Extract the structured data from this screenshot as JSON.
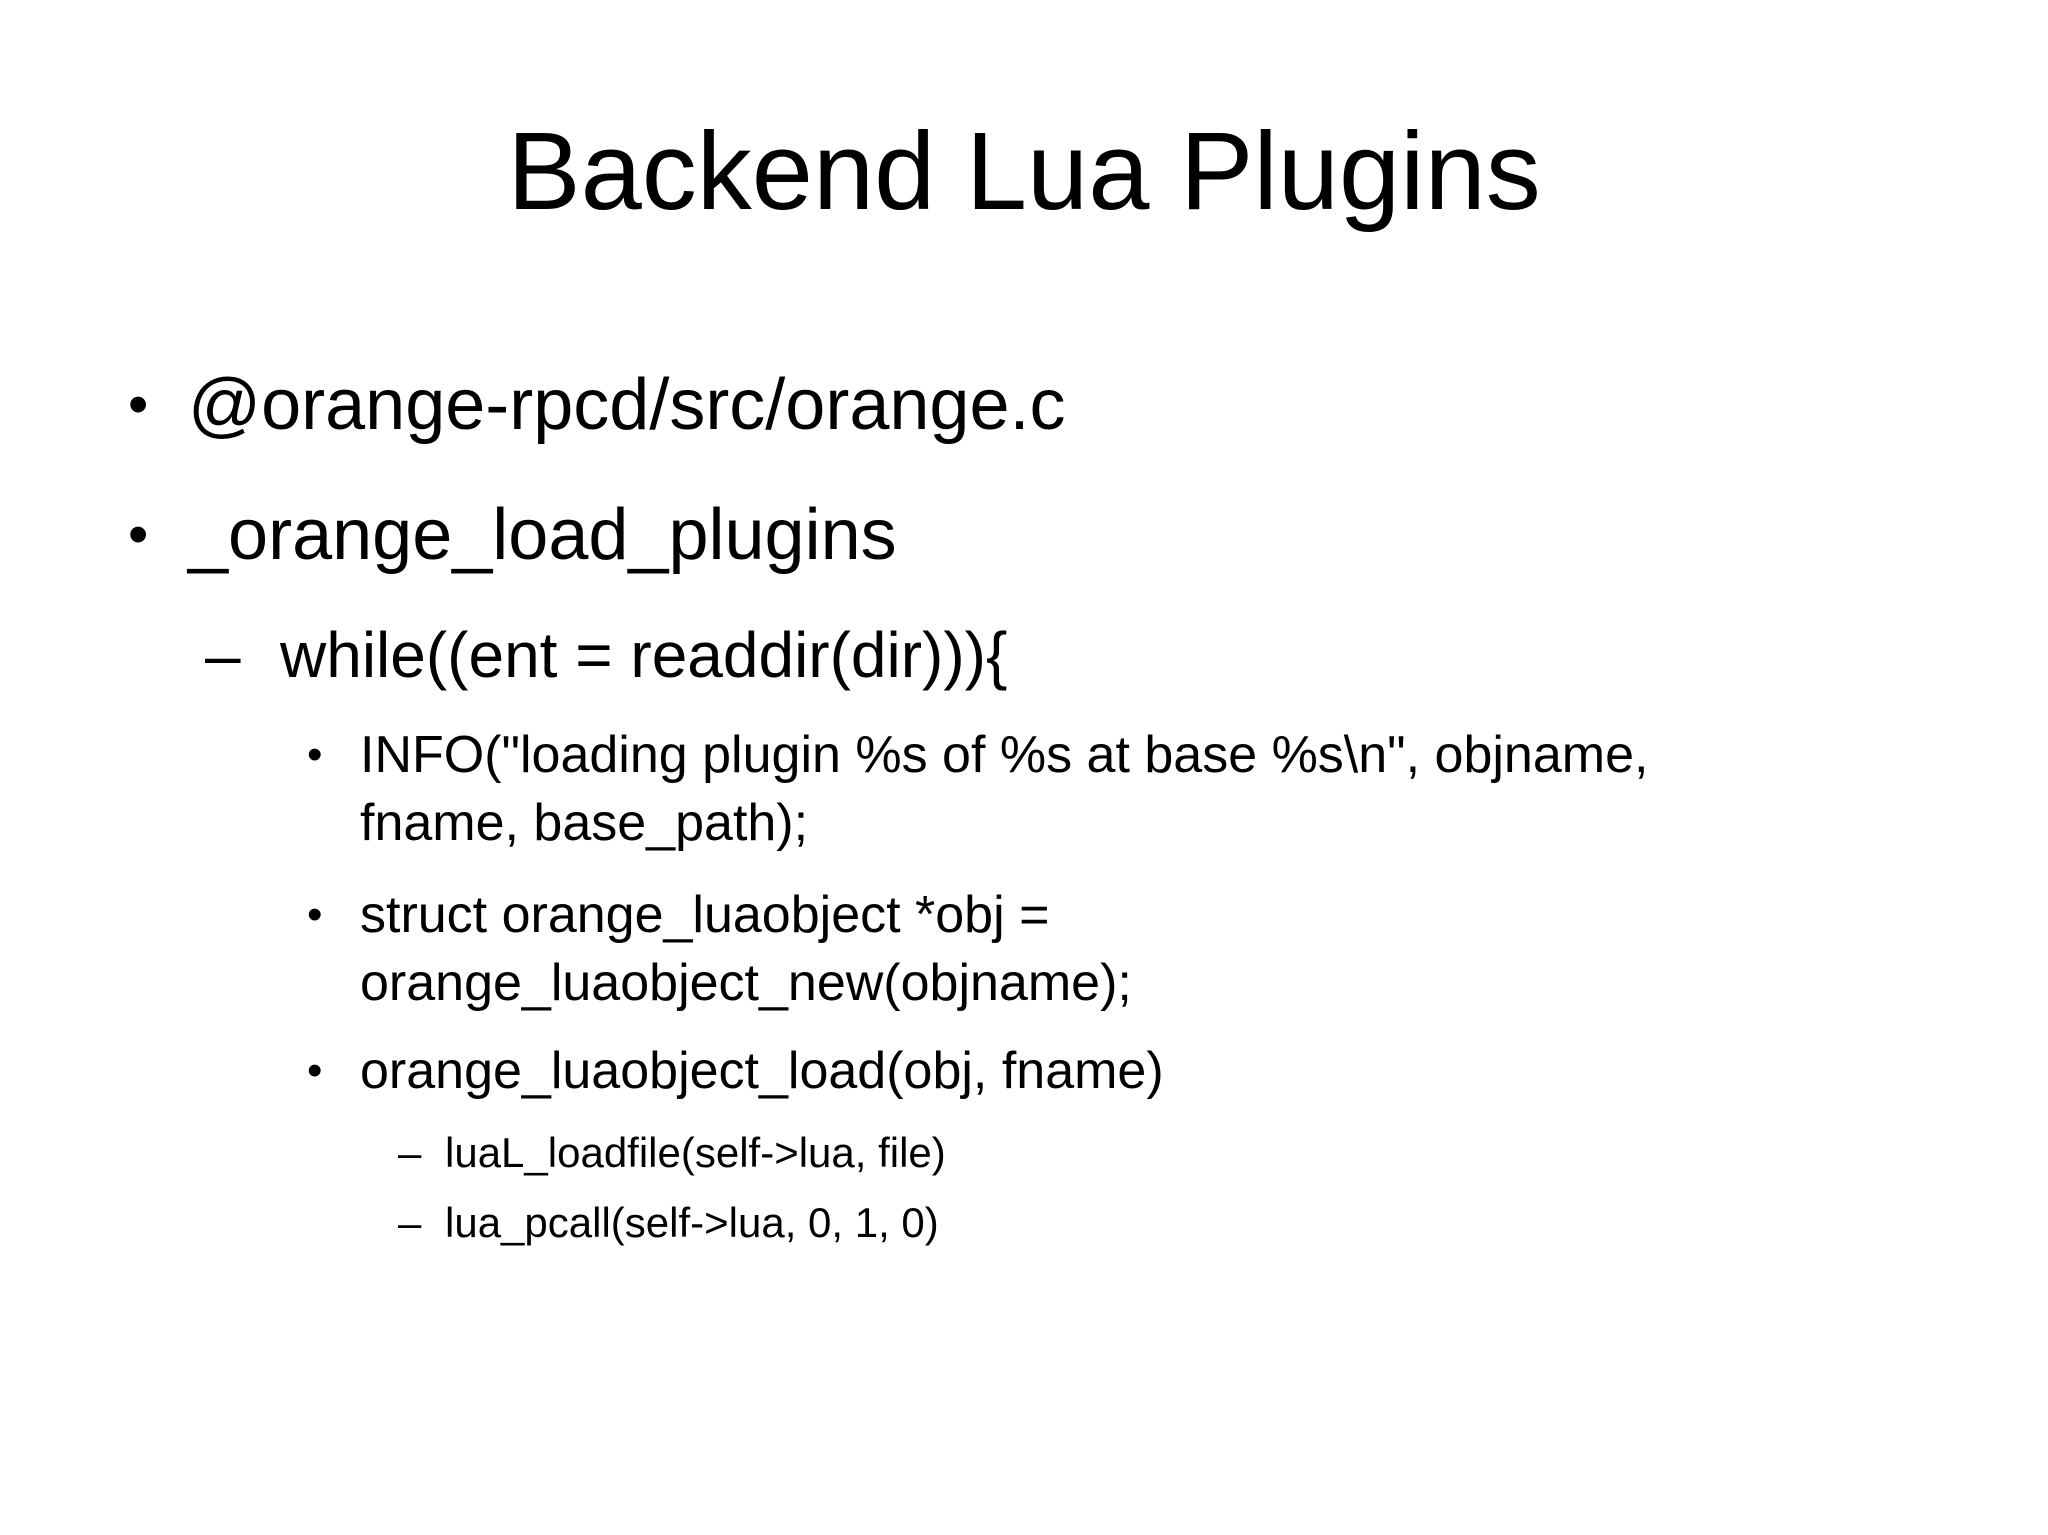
{
  "slide": {
    "title": "Backend Lua Plugins",
    "bullets": [
      {
        "level": 1,
        "marker": "•",
        "lines": [
          "@orange-rpcd/src/orange.c"
        ]
      },
      {
        "level": 1,
        "marker": "•",
        "lines": [
          "_orange_load_plugins"
        ]
      },
      {
        "level": 2,
        "marker": "–",
        "lines": [
          "while((ent = readdir(dir))){"
        ]
      },
      {
        "level": 3,
        "marker": "•",
        "lines": [
          "INFO(\"loading plugin %s of %s at base %s\\n\", objname,",
          "fname, base_path);"
        ]
      },
      {
        "level": 3,
        "marker": "•",
        "lines": [
          "struct orange_luaobject *obj =",
          "orange_luaobject_new(objname);"
        ]
      },
      {
        "level": 3,
        "marker": "•",
        "lines": [
          "orange_luaobject_load(obj, fname)"
        ]
      },
      {
        "level": 4,
        "marker": "–",
        "lines": [
          "luaL_loadfile(self->lua, file)"
        ]
      },
      {
        "level": 4,
        "marker": "–",
        "lines": [
          "lua_pcall(self->lua, 0, 1, 0)"
        ]
      }
    ]
  }
}
